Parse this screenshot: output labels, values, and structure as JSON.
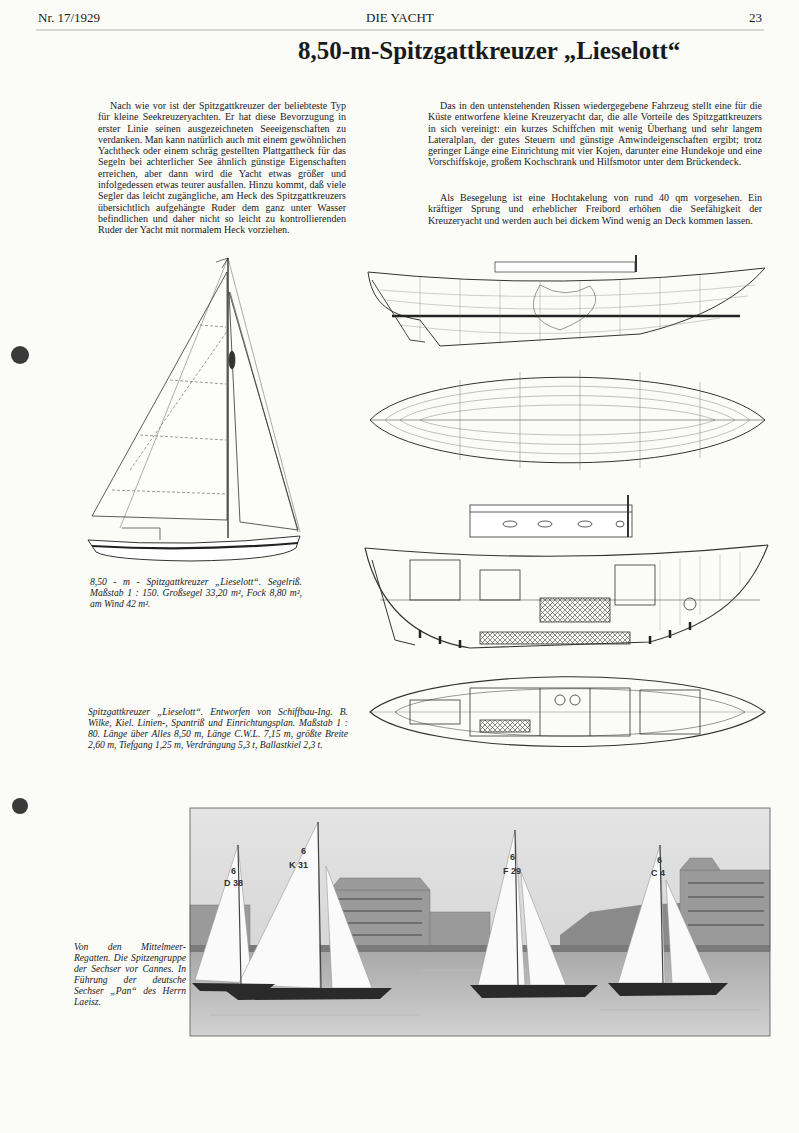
{
  "diagram": {
    "title": "8,50-m-Spitzgattkreuzer „Lieselott“",
    "labels": [
      "Nr. 17/1929",
      "DIE YACHT",
      "23",
      "Nach wie vor ist der Spitzgattkreuzer der beliebteste Typ für kleine Seekreuzeryachten. Er hat diese Bevorzugung in erster Linie seinen ausgezeichneten Seeeigenschaften zu verdanken. Man kann natürlich auch mit einem gewöhnlichen Yachtheck oder einem schräg gestellten Plattgattheck für das Segeln bei achterlicher See ähnlich günstige Eigenschaften erreichen, aber dann wird die Yacht etwas größer und infolgedessen etwas teurer ausfallen. Hinzu kommt, daß viele Segler das leicht zugängliche, am Heck des Spitzgattkreuzers übersichtlich aufgehängte Ruder dem ganz unter Wasser befindlichen und daher nicht so leicht zu kontrollierenden Ruder der Yacht mit normalem Heck vorziehen.",
      "Das in den untenstehenden Rissen wiedergegebene Fahrzeug stellt eine für die Küste entworfene kleine Kreuzeryacht dar, die alle Vorteile des Spitzgattkreuzers in sich vereinigt: ein kurzes Schiffchen mit wenig Überhang und sehr langem Lateralplan, der gutes Steuern und günstige Amwindeigenschaften ergibt; trotz geringer Länge eine Einrichtung mit vier Kojen, darunter eine Hundekoje und eine Vorschiffskoje, großem Kochschrank und Hilfsmotor unter dem Brückendeck.",
      "Als Besegelung ist eine Hochtakelung von rund 40 qm vorgesehen. Ein kräftiger Sprung und erheblicher Freibord erhöhen die Seefähigkeit der Kreuzeryacht und werden auch bei dickem Wind wenig an Deck kommen lassen.",
      "8,50 - m - Spitzgattkreuzer „Lieselott“. Segelriß. Maßstab 1 : 150. Großsegel 33,20 m², Fock 8,80 m², am Wind 42 m².",
      "Spitzgattkreuzer „Lieselott“. Entworfen von Schiffbau-Ing. B. Wilke, Kiel. Linien-, Spantriß und Einrichtungsplan. Maßstab 1 : 80. Länge über Alles 8,50 m, Länge C.W.L. 7,15 m, größte Breite 2,60 m, Tiefgang 1,25 m, Verdrängung 5,3 t, Ballastkiel 2,3 t.",
      "Von den Mittelmeer-Regatten. Die Spitzengruppe der Sechser vor Cannes. In Führung der deutsche Sechser „Pan“ des Herrn Laeisz.",
      "6",
      "D 38",
      "6",
      "K 31",
      "6",
      "F 29",
      "6",
      "C 4"
    ]
  }
}
